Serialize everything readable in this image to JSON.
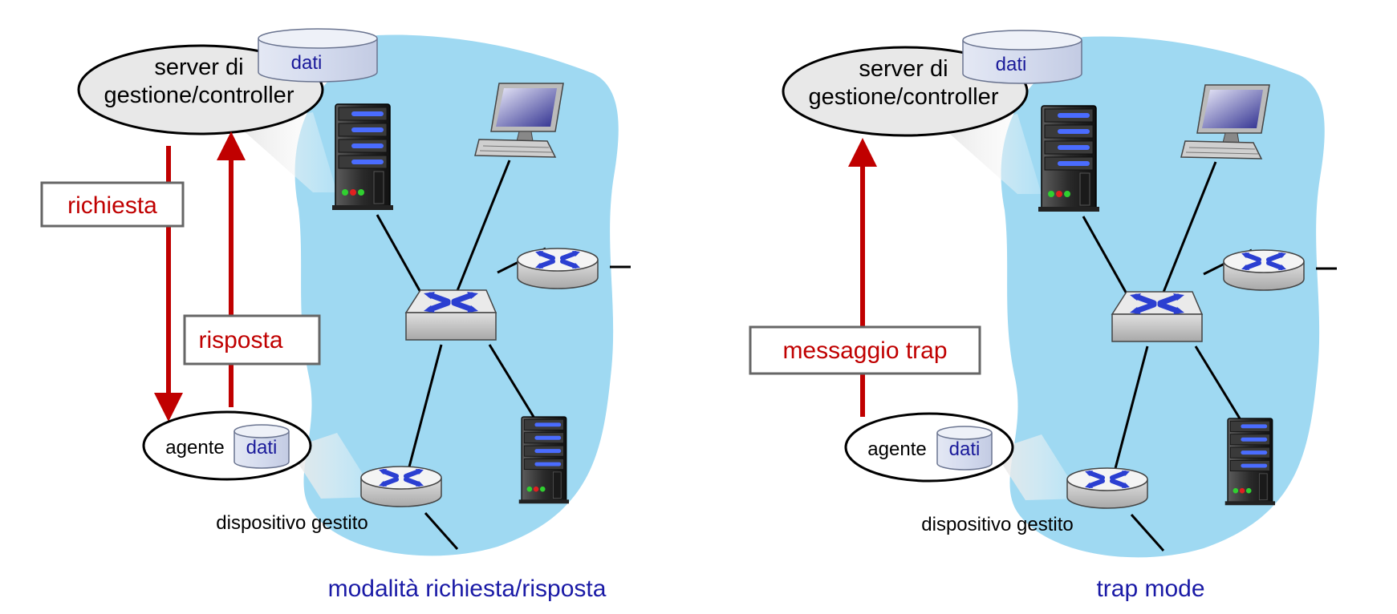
{
  "colors": {
    "cloud": "#9fd9f2",
    "arrow": "#c00000",
    "label_red": "#c00000",
    "caption_blue": "#1a1aa6",
    "device_blue": "#2b3fd1"
  },
  "icons": [
    "server-icon",
    "desktop-computer-icon",
    "router-icon",
    "switch-icon",
    "database-icon"
  ],
  "panels": [
    {
      "server_label_line1": "server di",
      "server_label_line2": "gestione/controller",
      "server_db_label": "dati",
      "agent_label": "agente",
      "agent_db_label": "dati",
      "device_label": "dispositivo gestito",
      "message_labels": [
        "richiesta",
        "risposta"
      ],
      "caption": "modalità richiesta/risposta"
    },
    {
      "server_label_line1": "server di",
      "server_label_line2": "gestione/controller",
      "server_db_label": "dati",
      "agent_label": "agente",
      "agent_db_label": "dati",
      "device_label": "dispositivo gestito",
      "message_labels": [
        "messaggio trap"
      ],
      "caption": "trap mode"
    }
  ]
}
